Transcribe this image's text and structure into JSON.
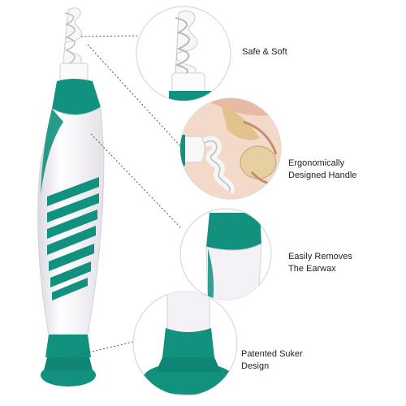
{
  "colors": {
    "teal": "#11917e",
    "teal_dark": "#0b7565",
    "white": "#ffffff",
    "body_shade": "#e9e5ec",
    "circle_stroke": "#d8d8d8",
    "leader": "#555555"
  },
  "callouts": [
    {
      "lines": [
        "Safe & Soft"
      ],
      "icon": "spiral-tip-icon"
    },
    {
      "lines": [
        "Ergonomically",
        "Designed Handle"
      ],
      "icon": "ear-canal-icon"
    },
    {
      "lines": [
        "Easily Removes",
        "The Earwax"
      ],
      "icon": "grip-section-icon"
    },
    {
      "lines": [
        "Patented Suker",
        "Design"
      ],
      "icon": "suction-base-icon"
    }
  ]
}
